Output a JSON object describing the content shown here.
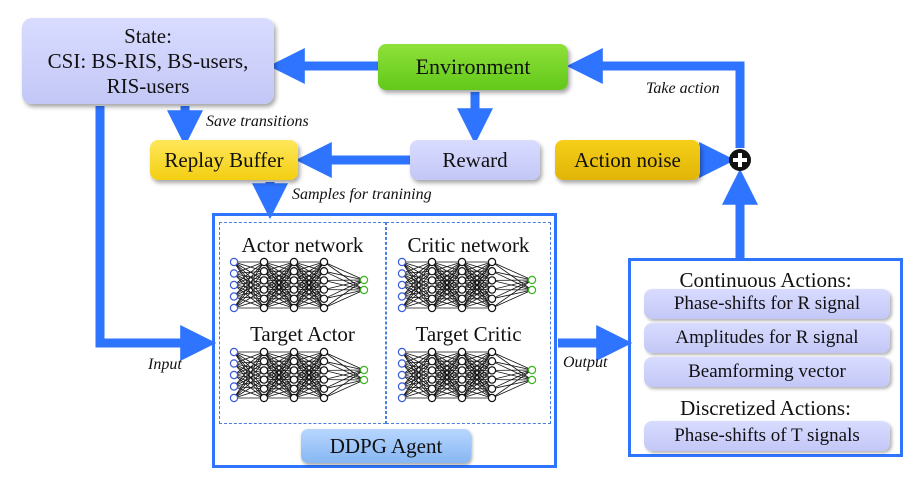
{
  "state": {
    "heading": "State:",
    "line1": "CSI: BS-RIS, BS-users,",
    "line2": "RIS-users"
  },
  "environment": "Environment",
  "replay_buffer": "Replay Buffer",
  "reward": "Reward",
  "action_noise": "Action noise",
  "edge_labels": {
    "take_action": "Take action",
    "save_transitions": "Save transitions",
    "samples_for_training": "Samples for tranining",
    "input": "Input",
    "output": "Output"
  },
  "agent": {
    "actor_network": "Actor network",
    "critic_network": "Critic network",
    "target_actor": "Target Actor",
    "target_critic": "Target Critic",
    "label": "DDPG Agent"
  },
  "actions": {
    "continuous_heading": "Continuous Actions:",
    "continuous": [
      "Phase-shifts for R signal",
      "Amplitudes for R signal",
      "Beamforming vector"
    ],
    "discretized_heading": "Discretized Actions:",
    "discretized": [
      "Phase-shifts of T signals"
    ]
  },
  "colors": {
    "arrow": "#2f74ff",
    "environment": "#6fd024",
    "replay_buffer": "#f7d62a",
    "action_noise": "#ebc10f",
    "state": "#cfd2fb",
    "agent_label": "#9fc6f8",
    "input_neuron": "#3a5bd9",
    "output_neuron": "#3cb320"
  },
  "icons": {
    "sum_node": "plus-circle-icon"
  }
}
